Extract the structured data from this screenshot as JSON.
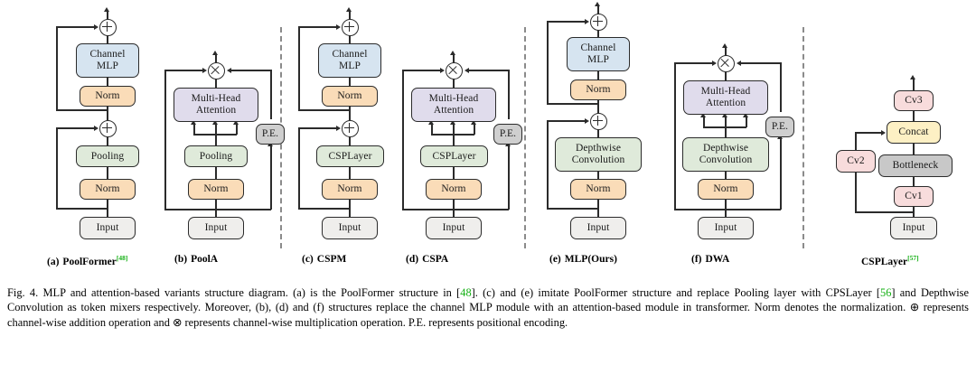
{
  "figure": {
    "label": "Fig. 4.",
    "caption_part1": "MLP and attention-based variants structure diagram. (a) is the PoolFormer structure in [",
    "cite1": "48",
    "caption_part2": "]. (c) and (e) imitate PoolFormer structure and replace Pooling layer with CPSLayer [",
    "cite2": "56",
    "caption_part3": "] and Depthwise Convolution as token mixers respectively. Moreover, (b), (d) and (f) structures replace the channel MLP module with an attention-based module in transformer. Norm denotes the normalization. ⊕ represents channel-wise addition operation and ⊗ represents channel-wise multiplication operation. P.E. represents positional encoding."
  },
  "colors": {
    "channel_mlp": "#d6e4f0",
    "norm": "#fadcb8",
    "token_mixer": "#dfeada",
    "attention": "#e0dcec",
    "pe": "#cfcfcf",
    "input": "#efeeec",
    "conv": "#f8dcdc",
    "concat": "#fdf0c4",
    "bottleneck": "#c8c8c8",
    "stroke": "#2b2b2b",
    "citation": "#15b015"
  },
  "panels": [
    {
      "id": "a",
      "tag": "(a)",
      "name": "PoolFormer",
      "cite": "48",
      "type": "mlp",
      "nodes": {
        "input": "Input",
        "norm_bottom": "Norm",
        "token_mixer": "Pooling",
        "norm_top": "Norm",
        "head_line1": "Channel",
        "head_line2": "MLP"
      },
      "operators": [
        "plus",
        "plus"
      ]
    },
    {
      "id": "b",
      "tag": "(b)",
      "name": "PoolA",
      "cite": "",
      "type": "attention",
      "nodes": {
        "input": "Input",
        "norm_bottom": "Norm",
        "token_mixer": "Pooling",
        "head_line1": "Multi-Head",
        "head_line2": "Attention",
        "pe": "P.E."
      },
      "operators": [
        "times"
      ]
    },
    {
      "id": "c",
      "tag": "(c)",
      "name": "CSPM",
      "cite": "",
      "type": "mlp",
      "nodes": {
        "input": "Input",
        "norm_bottom": "Norm",
        "token_mixer": "CSPLayer",
        "norm_top": "Norm",
        "head_line1": "Channel",
        "head_line2": "MLP"
      },
      "operators": [
        "plus",
        "plus"
      ]
    },
    {
      "id": "d",
      "tag": "(d)",
      "name": "CSPA",
      "cite": "",
      "type": "attention",
      "nodes": {
        "input": "Input",
        "norm_bottom": "Norm",
        "token_mixer": "CSPLayer",
        "head_line1": "Multi-Head",
        "head_line2": "Attention",
        "pe": "P.E."
      },
      "operators": [
        "times"
      ]
    },
    {
      "id": "e",
      "tag": "(e)",
      "name": "MLP(Ours)",
      "cite": "",
      "type": "mlp",
      "nodes": {
        "input": "Input",
        "norm_bottom": "Norm",
        "token_mixer_line1": "Depthwise",
        "token_mixer_line2": "Convolution",
        "norm_top": "Norm",
        "head_line1": "Channel",
        "head_line2": "MLP"
      },
      "operators": [
        "plus",
        "plus"
      ]
    },
    {
      "id": "f",
      "tag": "(f)",
      "name": "DWA",
      "cite": "",
      "type": "attention",
      "nodes": {
        "input": "Input",
        "norm_bottom": "Norm",
        "token_mixer_line1": "Depthwise",
        "token_mixer_line2": "Convolution",
        "head_line1": "Multi-Head",
        "head_line2": "Attention",
        "pe": "P.E."
      },
      "operators": [
        "times"
      ]
    },
    {
      "id": "g",
      "tag": "",
      "name": "CSPLayer",
      "cite": "57",
      "type": "csplayer",
      "nodes": {
        "input": "Input",
        "cv1": "Cv1",
        "cv2": "Cv2",
        "cv3": "Cv3",
        "bottleneck": "Bottleneck",
        "concat": "Concat"
      },
      "operators": []
    }
  ]
}
